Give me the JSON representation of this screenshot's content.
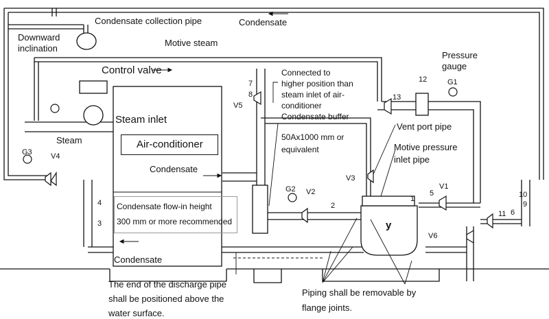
{
  "labels": {
    "condensate_collection_pipe": "Condensate collection pipe",
    "condensate_top": "Condensate",
    "downward": "Downward",
    "inclination": "inclination",
    "motive_steam": "Motive steam",
    "pressure": "Pressure",
    "gauge": "gauge",
    "control_valve": "Control valve",
    "connected_note": [
      "Connected to",
      "higher position than",
      "steam inlet of air-",
      "conditioner"
    ],
    "steam_inlet": "Steam inlet",
    "steam": "Steam",
    "air_conditioner": "Air-conditioner",
    "condensate_buffer": [
      "Condensate buffer",
      "50Ax1000 mm or",
      "equivalent"
    ],
    "vent_port_pipe": "Vent port pipe",
    "motive_pressure": "Motive pressure",
    "inlet_pipe": "inlet pipe",
    "condensate_mid": "Condensate",
    "flow_in_height": [
      "Condensate flow-in height",
      "300 mm or more recommended"
    ],
    "condensate_bottom": "Condensate",
    "discharge_note": [
      "The end of the discharge pipe",
      "shall be positioned above the",
      "water surface."
    ],
    "piping_note": [
      "Piping shall be removable by",
      "flange joints."
    ]
  },
  "tags": {
    "n1": "1",
    "n2": "2",
    "n3": "3",
    "n4": "4",
    "n5": "5",
    "n6": "6",
    "n7": "7",
    "n8": "8",
    "n9": "9",
    "n10": "10",
    "n11": "11",
    "n12": "12",
    "n13": "13",
    "g1": "G1",
    "g2": "G2",
    "g3": "G3",
    "v1": "V1",
    "v2": "V2",
    "v3": "V3",
    "v4": "V4",
    "v5": "V5",
    "v6": "V6"
  },
  "pump_mark": "y"
}
